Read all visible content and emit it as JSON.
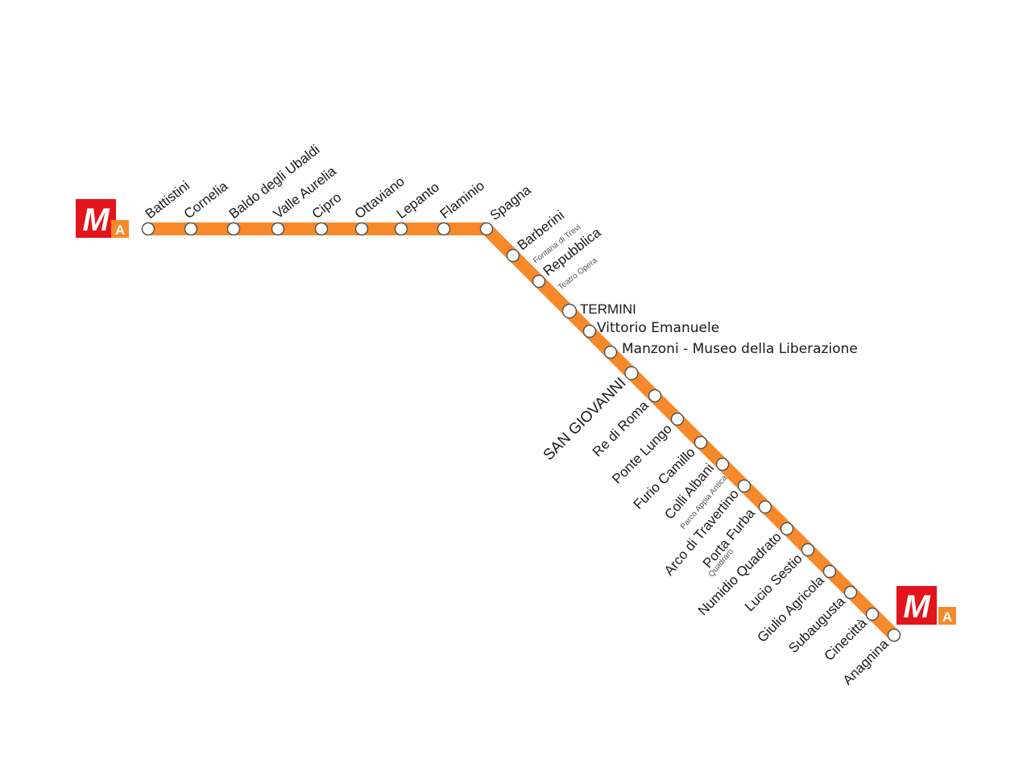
{
  "line": {
    "letter": "A",
    "logo_letter": "M",
    "color": "#f7892a",
    "logo_red": "#e3141b",
    "logo_orange": "#f7892a"
  },
  "stations": [
    {
      "name": "Battistini"
    },
    {
      "name": "Cornelia"
    },
    {
      "name": "Baldo degli Ubaldi"
    },
    {
      "name": "Valle Aurelia"
    },
    {
      "name": "Cipro"
    },
    {
      "name": "Ottaviano"
    },
    {
      "name": "Lepanto"
    },
    {
      "name": "Flaminio"
    },
    {
      "name": "Spagna"
    },
    {
      "name": "Barberini",
      "sub": "Fontana di Trevi"
    },
    {
      "name": "Repubblica",
      "sub": "Teatro Opera"
    },
    {
      "name": "TERMINI"
    },
    {
      "name": "Vittorio Emanuele"
    },
    {
      "name": "Manzoni - Museo della Liberazione"
    },
    {
      "name": "SAN GIOVANNI"
    },
    {
      "name": "Re di Roma"
    },
    {
      "name": "Ponte Lungo"
    },
    {
      "name": "Furio Camillo"
    },
    {
      "name": "Colli Albani",
      "sub": "Parco Appia Antica"
    },
    {
      "name": "Arco di Travertino"
    },
    {
      "name": "Porta Furba",
      "sub": "Quadraro"
    },
    {
      "name": "Numidio Quadrato"
    },
    {
      "name": "Lucio Sestio"
    },
    {
      "name": "Giulio Agricola"
    },
    {
      "name": "Subaugusta"
    },
    {
      "name": "Cinecittà"
    },
    {
      "name": "Anagnina"
    }
  ]
}
